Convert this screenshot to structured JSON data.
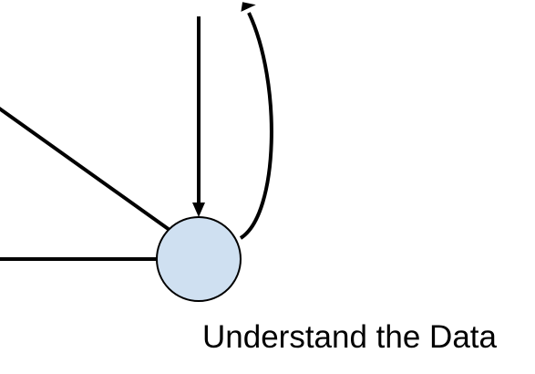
{
  "diagram": {
    "node": {
      "label": "Understand the Data",
      "fill": "#cfe0f1",
      "stroke": "#000000"
    },
    "edge_color": "#000000",
    "edges": [
      {
        "kind": "incoming-diagonal",
        "arrowhead": false
      },
      {
        "kind": "incoming-horizontal",
        "arrowhead": false
      },
      {
        "kind": "incoming-vertical",
        "arrowhead": true
      },
      {
        "kind": "outgoing-curved",
        "arrowhead": true
      }
    ]
  }
}
